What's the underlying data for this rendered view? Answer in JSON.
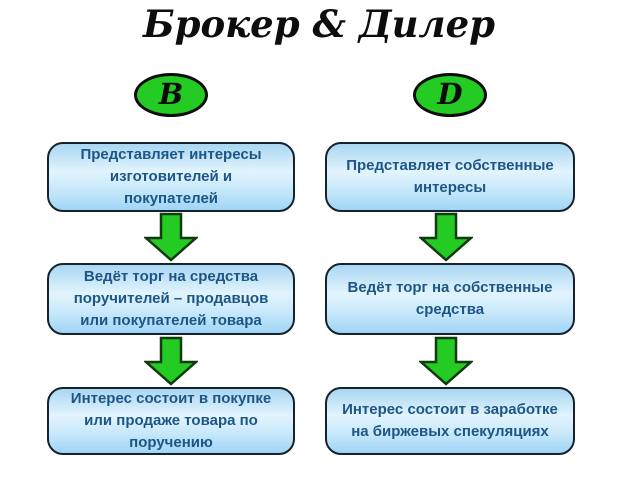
{
  "title": "Брокер & Дилер",
  "columns": [
    {
      "id": "broker",
      "letter": "B",
      "boxes": [
        "Представляет интересы изготовителей и покупателей",
        "Ведёт торг на средства поручителей – продавцов или покупателей товара",
        "Интерес состоит в покупке или продаже товара по поручению"
      ]
    },
    {
      "id": "dealer",
      "letter": "D",
      "boxes": [
        "Представляет собственные интересы",
        "Ведёт торг на собственные средства",
        "Интерес состоит в заработке на биржевых спекуляциях"
      ]
    }
  ],
  "colors": {
    "accent-green": "#23cb23",
    "arrow-outline": "#113a11",
    "box-border": "#16222d",
    "box-text": "#1d5686",
    "box-grad-top": "#a9d6f2",
    "box-grad-mid": "#e2f4fd",
    "box-grad-bottom": "#a0d5f6",
    "title-color": "#0d0d0d"
  }
}
